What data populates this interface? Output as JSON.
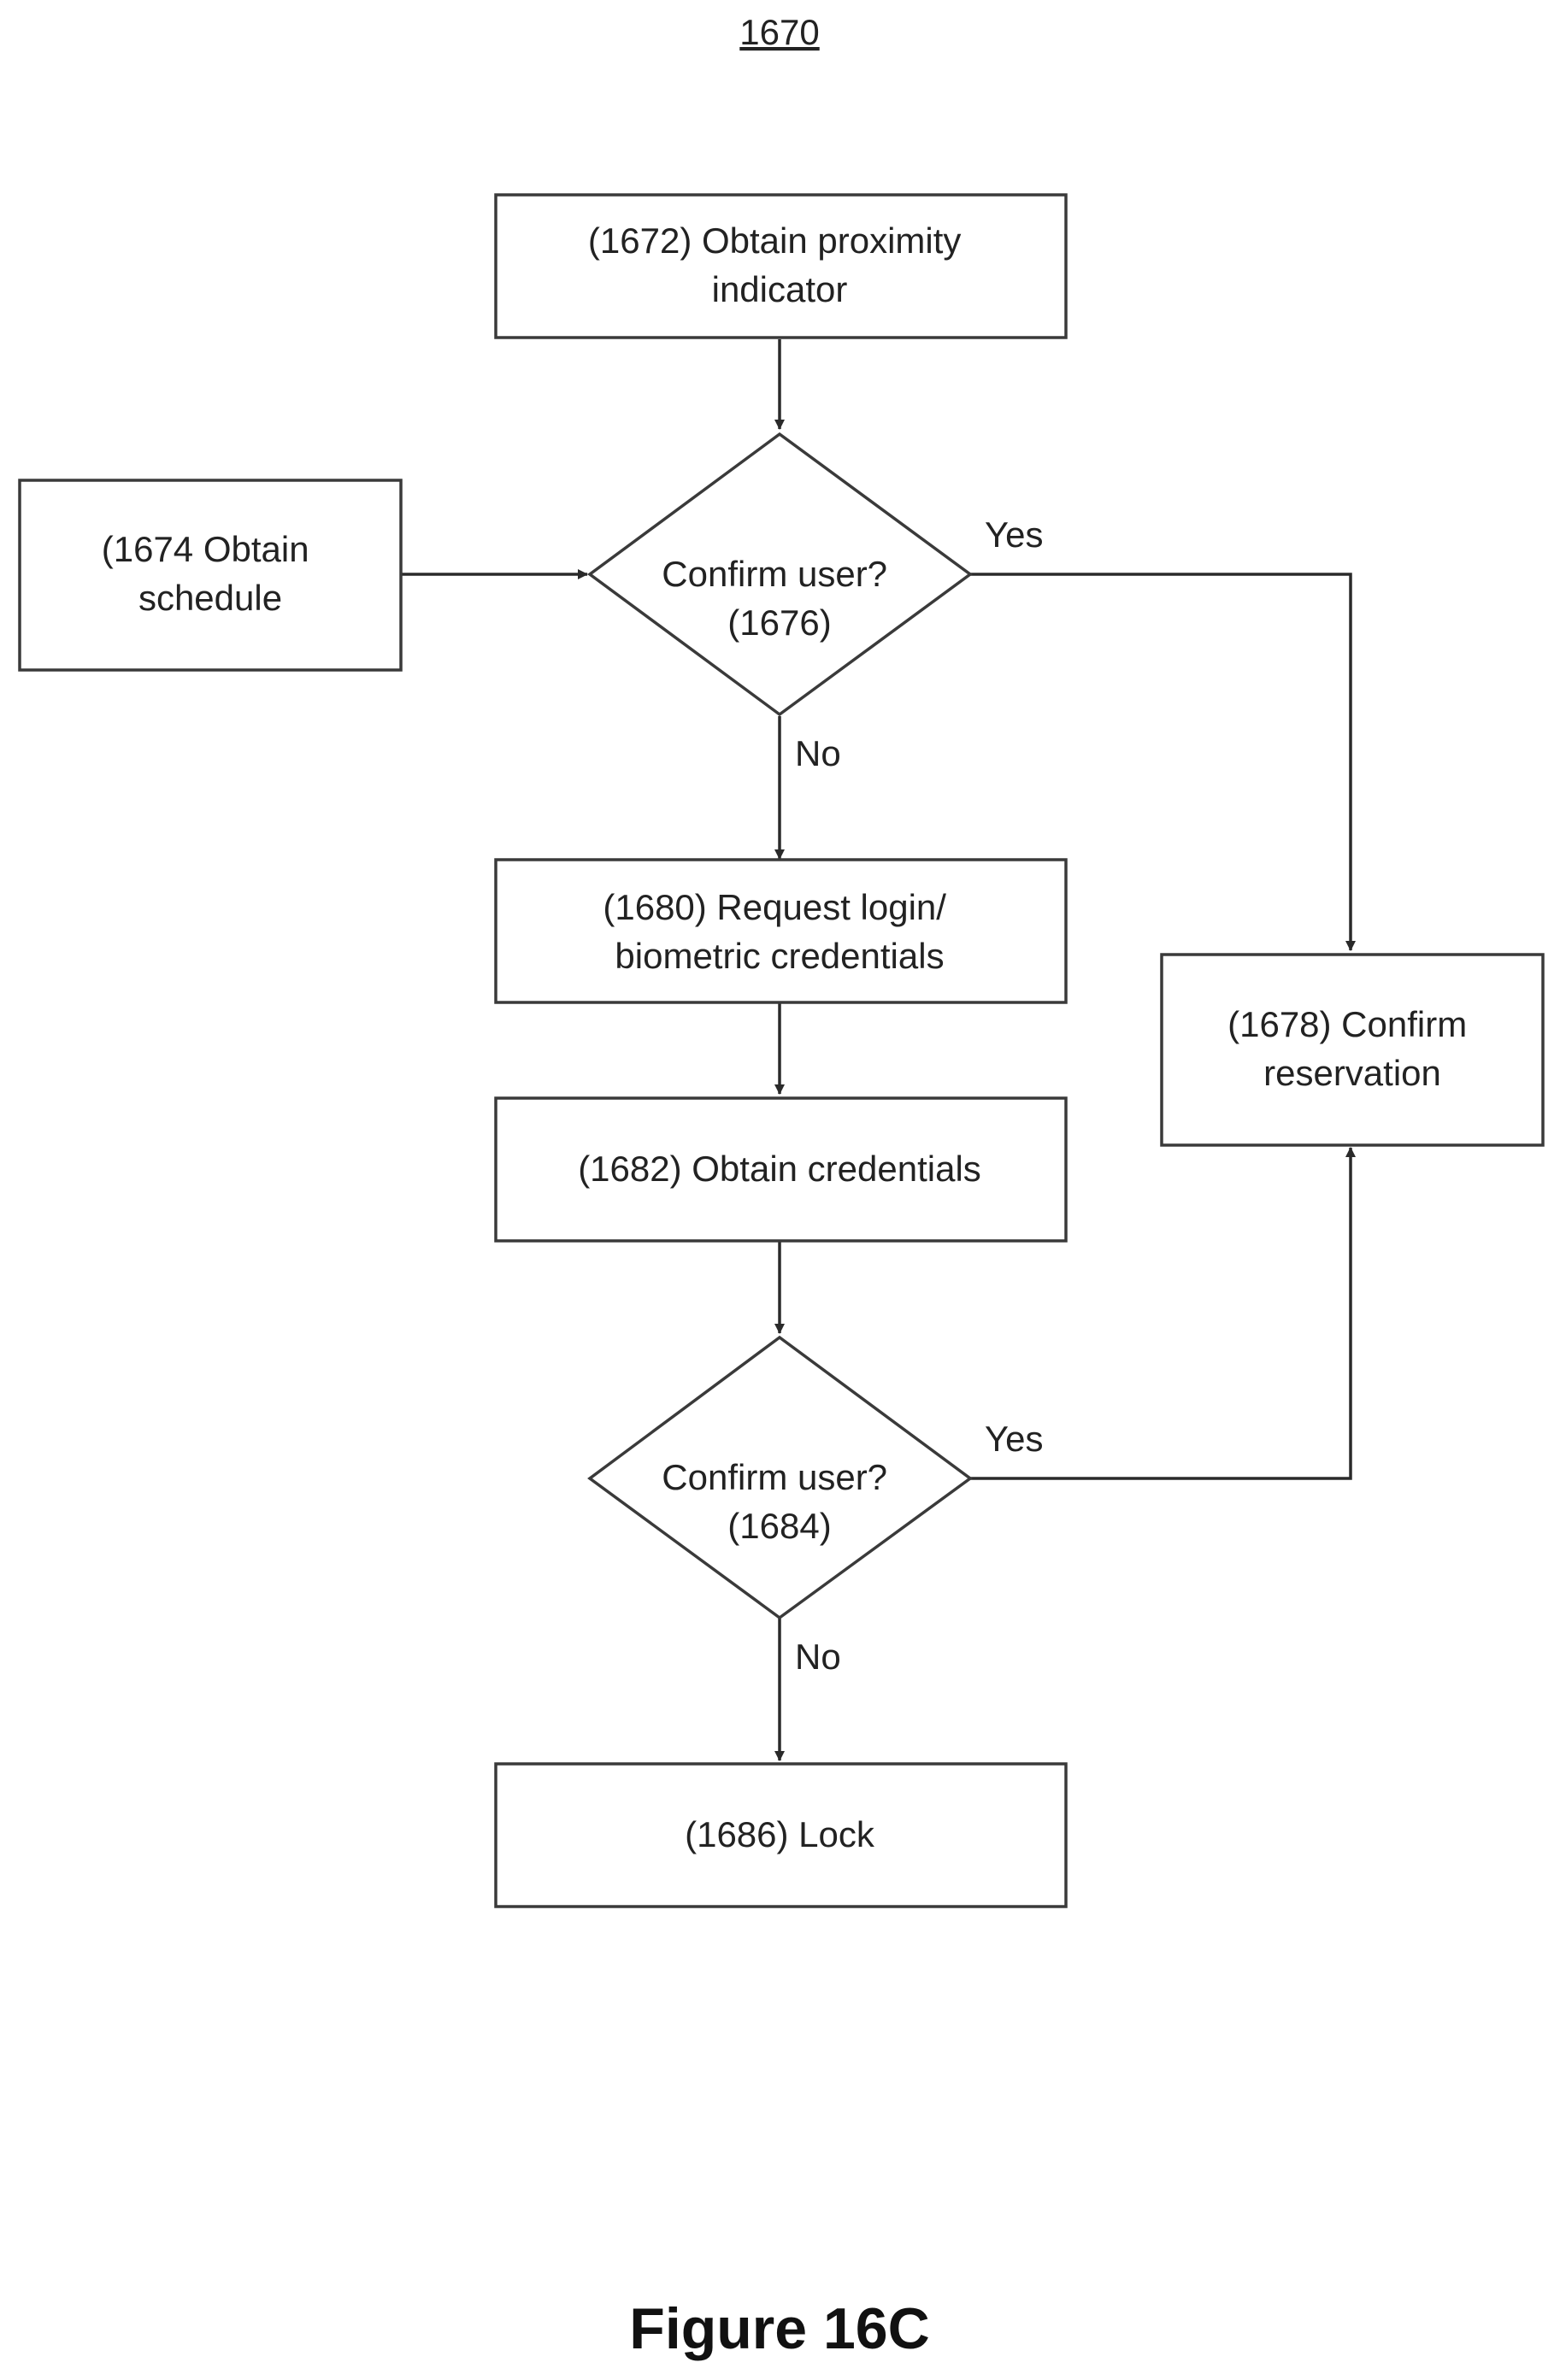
{
  "figure": {
    "reference": "1670",
    "caption": "Figure 16C"
  },
  "nodes": {
    "n1672": {
      "lines": [
        "(1672) Obtain proximity",
        "indicator"
      ]
    },
    "n1674": {
      "lines": [
        "(1674 Obtain",
        "schedule"
      ]
    },
    "n1676": {
      "lines": [
        "Confirm user?",
        "(1676)"
      ]
    },
    "n1678": {
      "lines": [
        "(1678) Confirm",
        "reservation"
      ]
    },
    "n1680": {
      "lines": [
        "(1680) Request login/",
        "biometric credentials"
      ]
    },
    "n1682": {
      "lines": [
        "(1682) Obtain credentials"
      ]
    },
    "n1684": {
      "lines": [
        "Confirm user?",
        "(1684)"
      ]
    },
    "n1686": {
      "lines": [
        "(1686) Lock"
      ]
    }
  },
  "edges": {
    "e1676_yes": "Yes",
    "e1676_no": "No",
    "e1684_yes": "Yes",
    "e1684_no": "No"
  }
}
